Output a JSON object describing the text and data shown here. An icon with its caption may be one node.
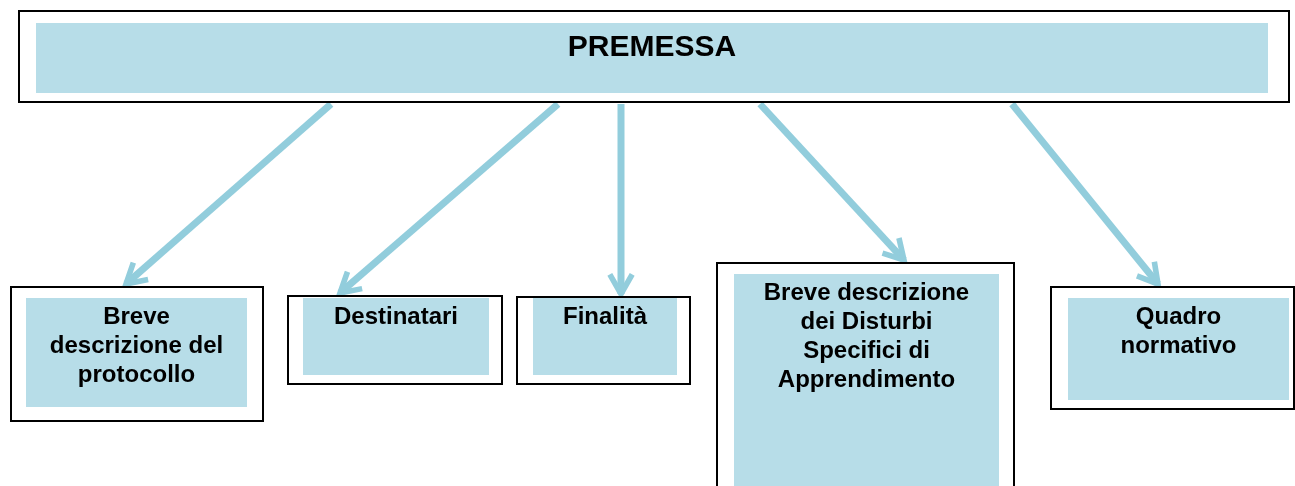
{
  "diagram": {
    "nodes": [
      {
        "text": [
          "PREMESSA"
        ]
      },
      {
        "text": [
          "Breve descrizione del protocollo"
        ]
      },
      {
        "text": [
          "Destinatari"
        ]
      },
      {
        "text": [
          "Finalità"
        ]
      },
      {
        "text": [
          "Breve descrizione dei Disturbi Specifici di Apprendimento"
        ]
      },
      {
        "text": [
          "Quadro normativo"
        ]
      }
    ],
    "edges": [
      {
        "from": 0,
        "to": 1,
        "arrow": "to"
      },
      {
        "from": 0,
        "to": 2,
        "arrow": "to"
      },
      {
        "from": 0,
        "to": 3,
        "arrow": "to"
      },
      {
        "from": 0,
        "to": 4,
        "arrow": "to"
      },
      {
        "from": 0,
        "to": 5,
        "arrow": "to"
      }
    ]
  }
}
